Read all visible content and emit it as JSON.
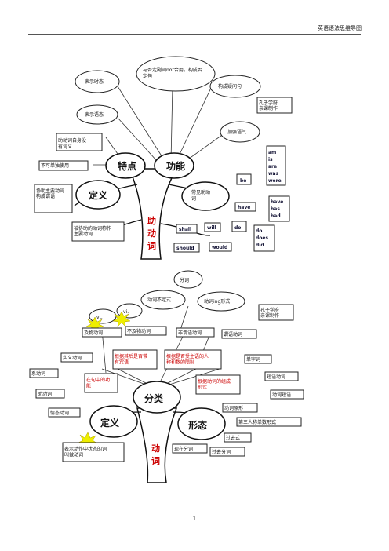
{
  "header": {
    "title": "英语语法思维导图"
  },
  "page_number": "1",
  "map1": {
    "title": "助动词",
    "center_left": "特点",
    "center_right": "功能",
    "left_node": "定义",
    "right_node": "常见助动词",
    "clouds": [
      "与否定副词not合用，构成否定句",
      "表示时态",
      "构成疑问句",
      "表示语态",
      "加强语气"
    ],
    "boxes": [
      "助动词自身没有词义",
      "不可单独使用",
      "协助主要动词构成谓语",
      "被协助的动词称作主要动词"
    ],
    "credit": "孔子学府 亲课制作",
    "words": {
      "be": "be",
      "be_forms": [
        "am",
        "is",
        "are",
        "was",
        "were"
      ],
      "have": "have",
      "have_forms": [
        "have",
        "has",
        "had"
      ],
      "shall": "shall",
      "should": "should",
      "will": "will",
      "would": "would",
      "do": "do",
      "do_forms": [
        "do",
        "does",
        "did"
      ]
    }
  },
  "map2": {
    "title": "动词",
    "center": "分类",
    "left_node": "定义",
    "right_node": "形态",
    "vt": "vt.",
    "vi": "vi.",
    "clouds": [
      "分词",
      "动词不定式",
      "动词ing形式"
    ],
    "boxes_top": [
      "及物动词",
      "不及物动词",
      "非谓语动词",
      "谓语动词"
    ],
    "red_boxes": [
      "根据其后是否带有宾语",
      "根据是否受主语的人称和数的限制",
      "在句中的功能",
      "根据动词的组成形式"
    ],
    "left_boxes": [
      "实义动词",
      "系动词",
      "助动词",
      "情态动词"
    ],
    "right_boxes": [
      "单字词",
      "短语动词",
      "动词短语"
    ],
    "form_boxes": [
      "动词原形",
      "第三人称单数形式",
      "过去式",
      "现在分词",
      "过去分词"
    ],
    "definition": "表示动作中状态的词叫做动词",
    "credit": "孔子学府 亲课制作"
  }
}
